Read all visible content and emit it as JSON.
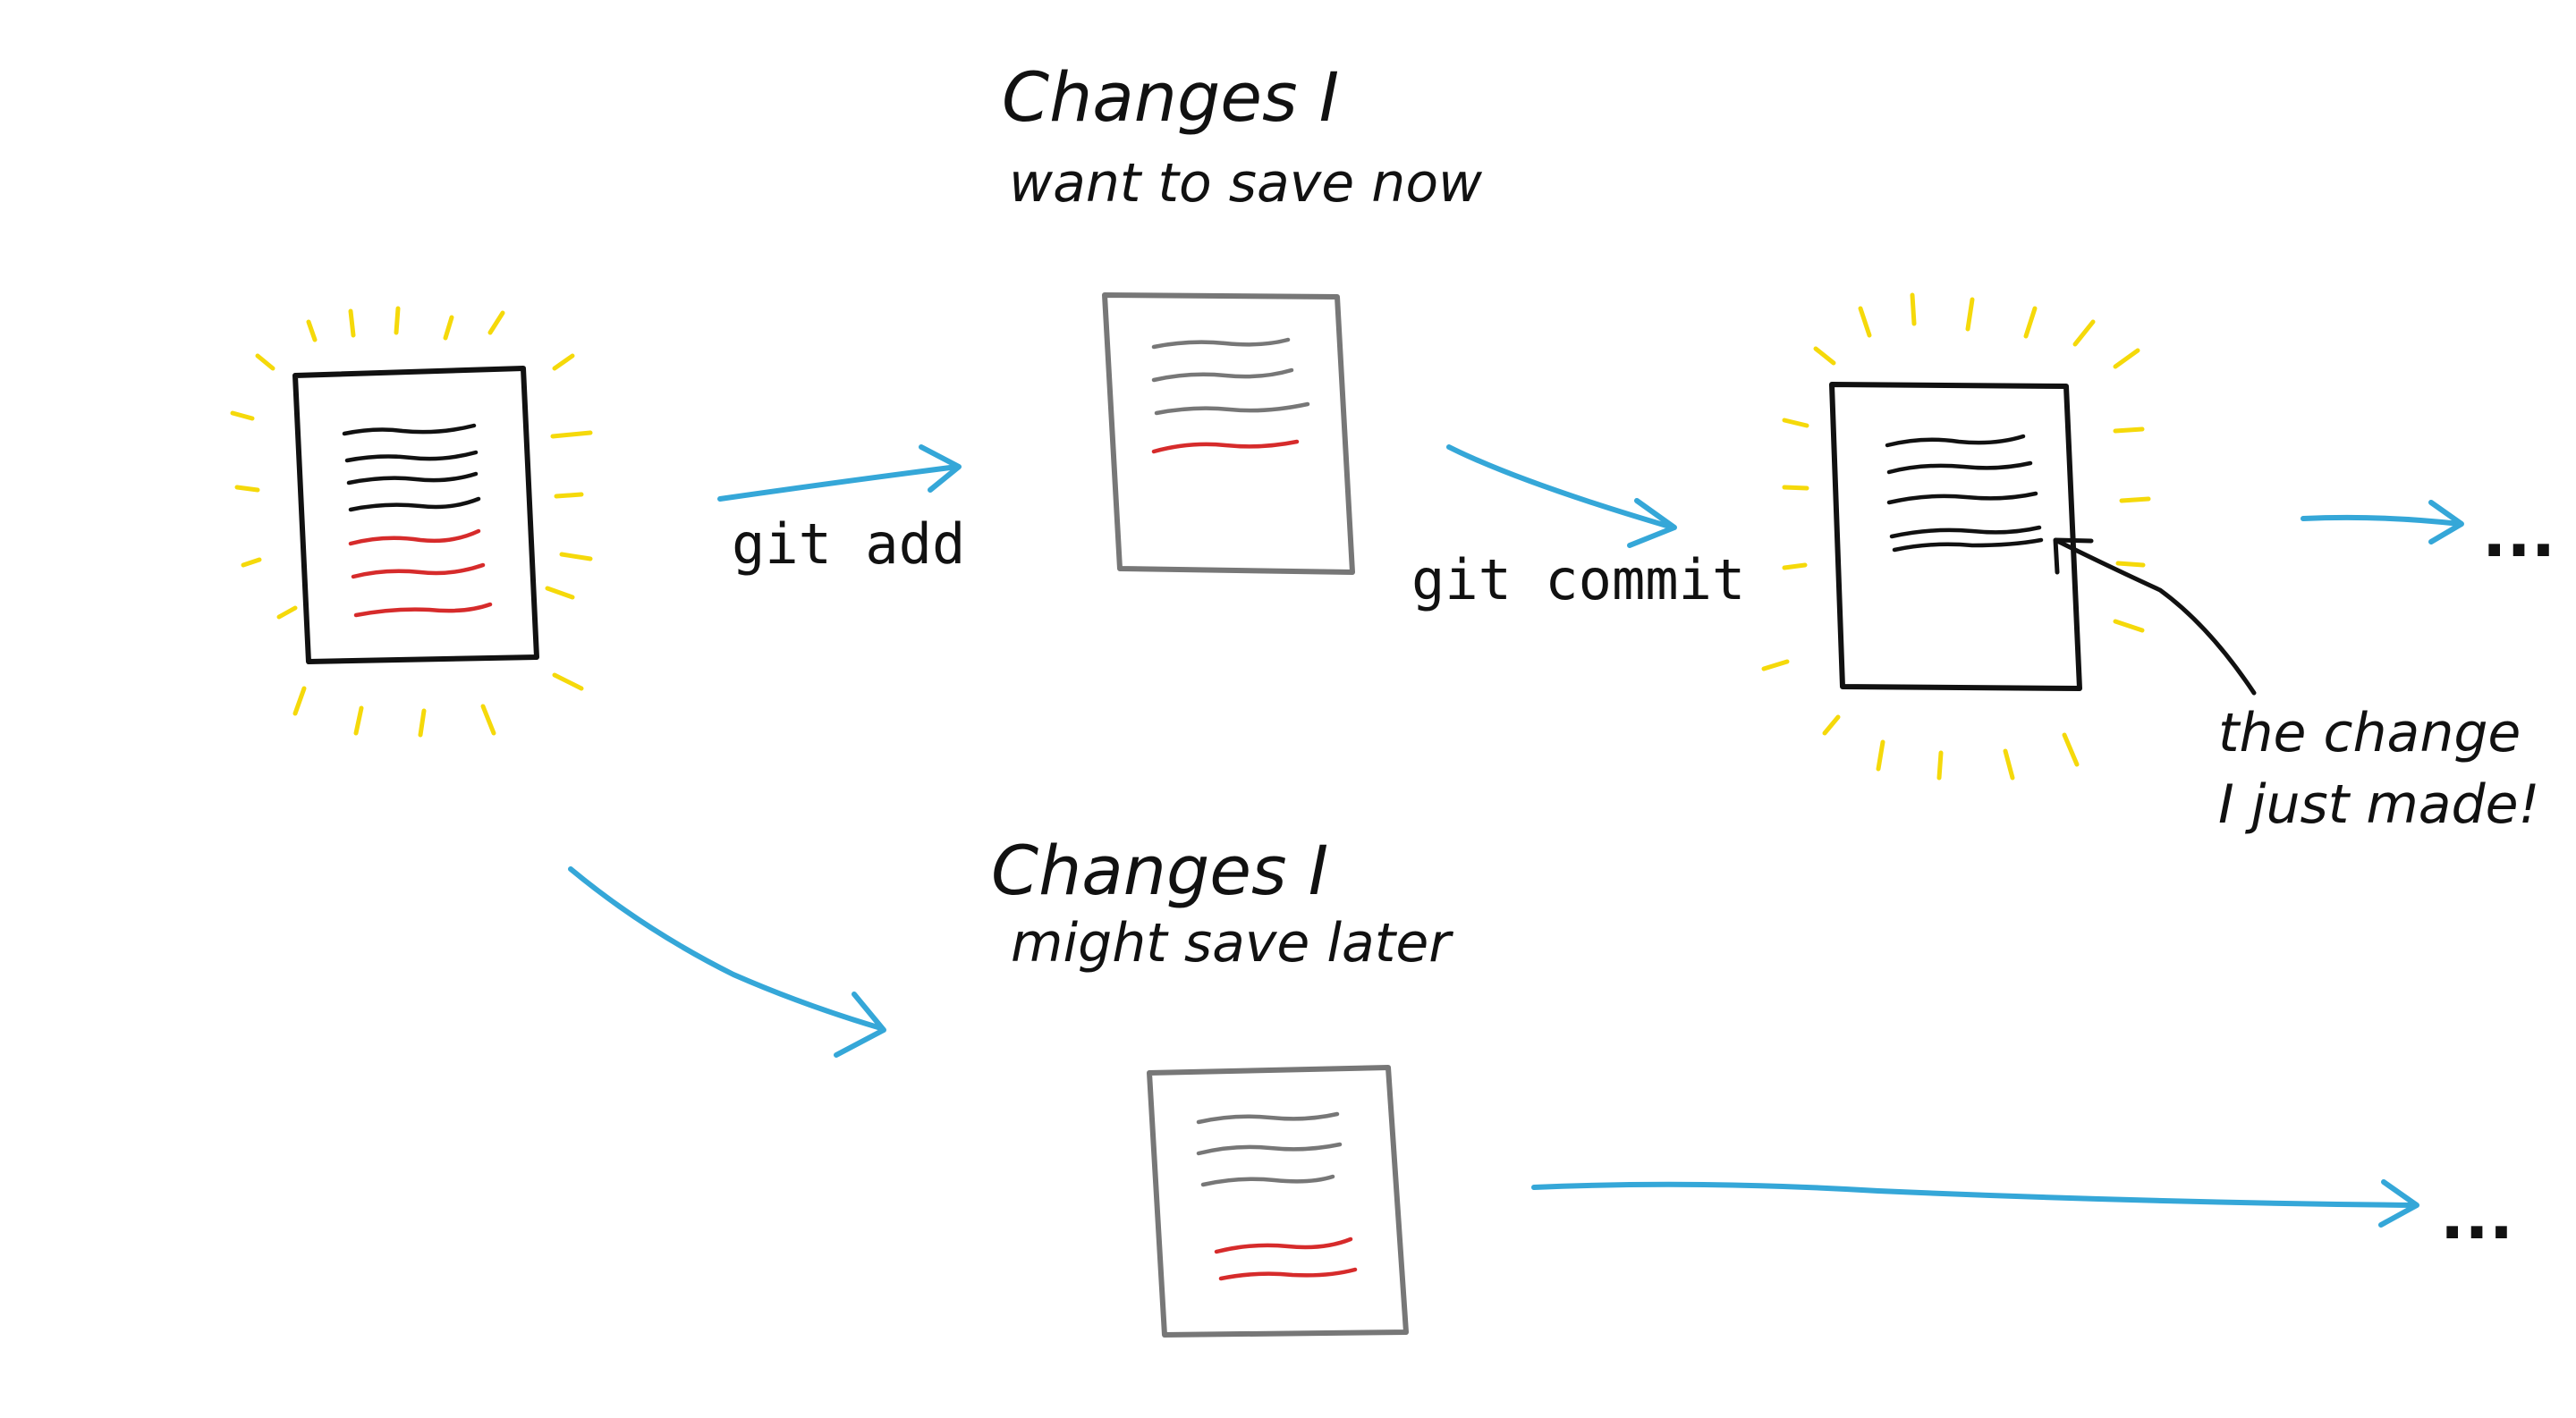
{
  "labels": {
    "staged_heading_line1": "Changes I",
    "staged_heading_line2": "want to save now",
    "unstaged_heading_line1": "Changes I",
    "unstaged_heading_line2": "might save later",
    "git_add": "git add",
    "git_commit": "git commit",
    "annotation_line1": "the change",
    "annotation_line2": "I just made!",
    "ellipsis_top": "...",
    "ellipsis_bottom": "..."
  },
  "colors": {
    "ink": "#111111",
    "grey_ink": "#777777",
    "red_ink": "#d62b2b",
    "arrow_blue": "#35a7d8",
    "glow_yellow": "#f5d90a"
  }
}
